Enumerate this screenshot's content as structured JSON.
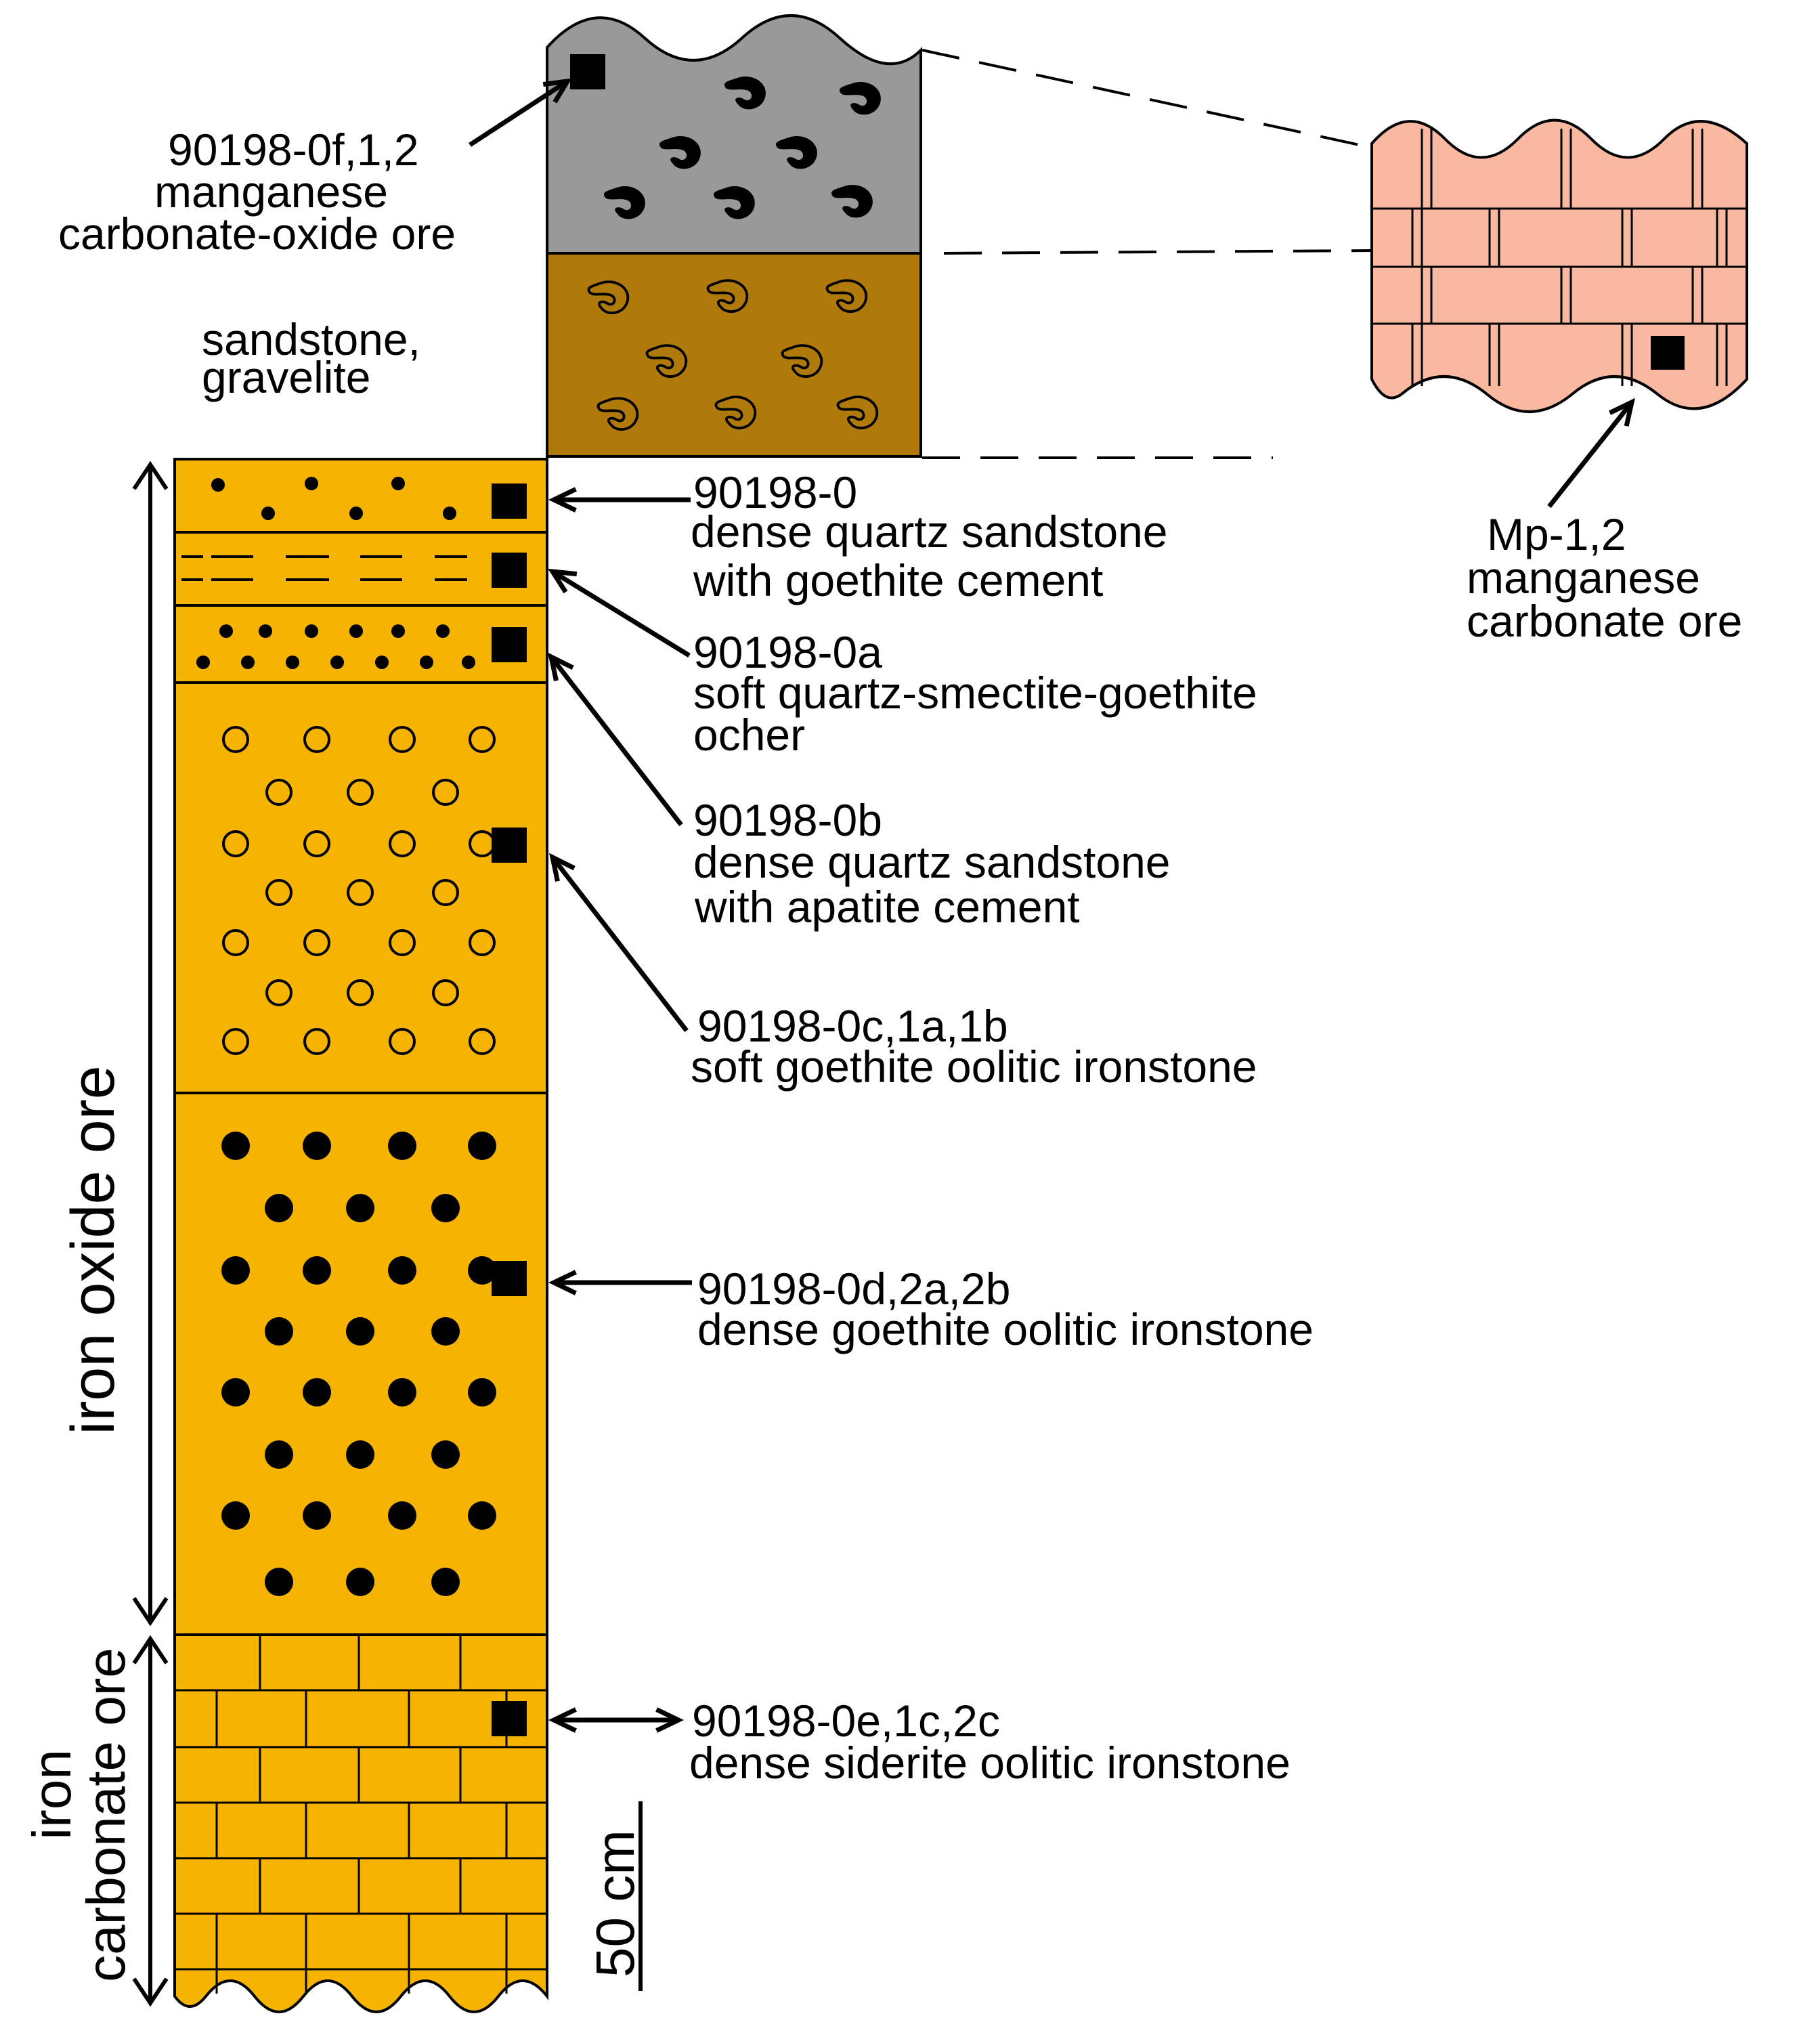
{
  "colors": {
    "iron_ore": "#F6B400",
    "manganese_oxide": "#999999",
    "sandstone": "#B07A0A",
    "manganese_carbonate": "#F9B8A0",
    "ink": "#000000"
  },
  "samples": {
    "mn_oxide": {
      "id": "90198-0f,1,2",
      "desc": [
        "manganese",
        "carbonate-oxide ore"
      ]
    },
    "sandstone_label": [
      "sandstone,",
      "gravelite"
    ],
    "s0": {
      "id": "90198-0",
      "desc": [
        "dense quartz sandstone",
        "with goethite cement"
      ]
    },
    "s0a": {
      "id": "90198-0a",
      "desc": [
        "soft quartz-smectite-goethite",
        "ocher"
      ]
    },
    "s0b": {
      "id": "90198-0b",
      "desc": [
        "dense quartz sandstone",
        "with apatite cement"
      ]
    },
    "s0c": {
      "id": "90198-0c,1a,1b",
      "desc": [
        "soft goethite oolitic ironstone"
      ]
    },
    "s0d": {
      "id": "90198-0d,2a,2b",
      "desc": [
        "dense goethite oolitic ironstone"
      ]
    },
    "s0e": {
      "id": "90198-0e,1c,2c",
      "desc": [
        "dense siderite oolitic ironstone"
      ]
    },
    "mp": {
      "id": "Mp-1,2",
      "desc": [
        "manganese",
        "carbonate ore"
      ]
    }
  },
  "intervals": {
    "iron_oxide": "iron oxide ore",
    "iron_carbonate": [
      "iron",
      "carbonate ore"
    ]
  },
  "scale_bar": "50 cm"
}
